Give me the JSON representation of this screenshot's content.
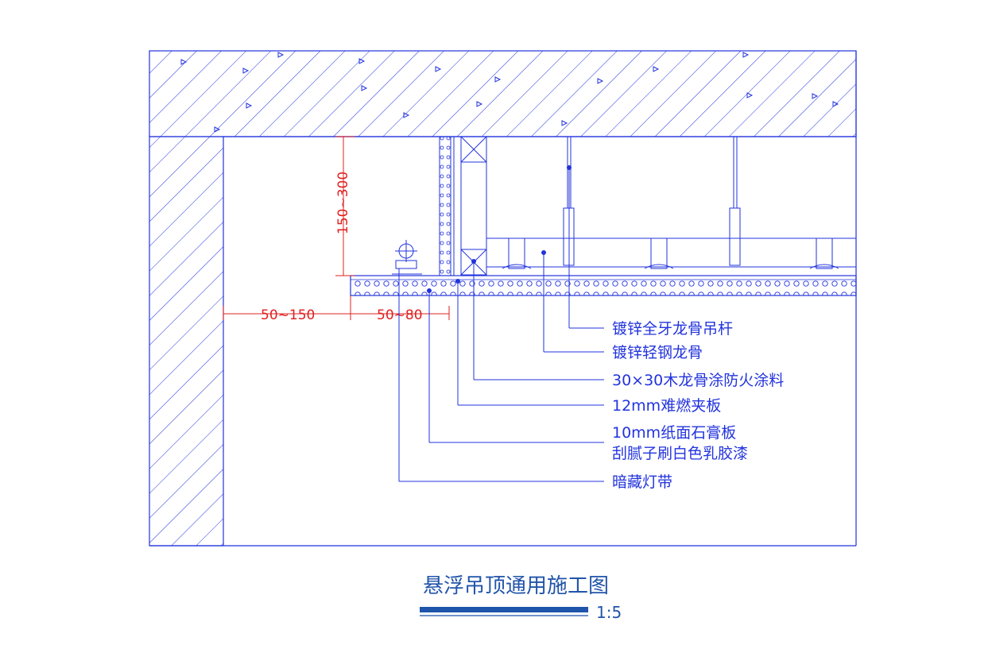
{
  "drawing": {
    "title": "悬浮吊顶通用施工图",
    "scale": "1:5"
  },
  "dimensions": {
    "ceiling_drop": "150~300",
    "wall_gap": "50~150",
    "light_offset": "50~80"
  },
  "callouts": [
    "镀锌全牙龙骨吊杆",
    "镀锌轻钢龙骨",
    "30×30木龙骨涂防火涂料",
    "12mm难燃夹板",
    "10mm纸面石膏板",
    "刮腻子刷白色乳胶漆",
    "暗藏灯带"
  ],
  "colors": {
    "linework": "#2233dd",
    "dimension": "#e02020",
    "title": "#2255aa"
  }
}
